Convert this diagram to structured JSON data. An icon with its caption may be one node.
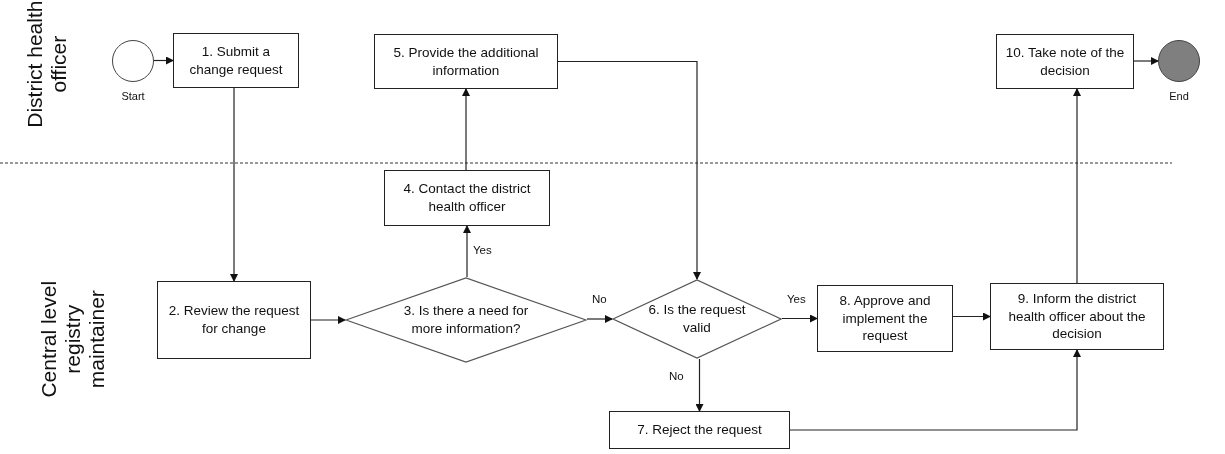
{
  "diagram": {
    "nodes": [
      {
        "text": [],
        "shape": "circle",
        "beside": [
          "Start"
        ]
      },
      {
        "text": [
          "1. Submit a change request"
        ]
      },
      {
        "text": [
          "5. Provide the additional information"
        ]
      },
      {
        "text": [
          "10. Take note of the decision"
        ]
      },
      {
        "text": [],
        "shape": "circle",
        "beside": [
          "End"
        ]
      },
      {
        "text": [
          "4. Contact the district health officer"
        ]
      },
      {
        "text": [
          "2. Review the request for change"
        ]
      },
      {
        "text": [
          "3. Is there a need for more information?"
        ]
      },
      {
        "text": [
          "6. Is the request valid"
        ]
      },
      {
        "text": [
          "8. Approve and implement the request"
        ]
      },
      {
        "text": [
          "9. Inform the district health officer about the decision"
        ]
      },
      {
        "text": [
          "7. Reject the request"
        ]
      }
    ],
    "edges": [
      {
        "from": 0,
        "to": 1,
        "arrow": "to"
      },
      {
        "from": 1,
        "to": 6,
        "arrow": "to"
      },
      {
        "from": 6,
        "to": 7,
        "arrow": "to"
      },
      {
        "from": 7,
        "to": 5,
        "arrow": "to",
        "label": "Yes"
      },
      {
        "from": 5,
        "to": 2,
        "arrow": "to"
      },
      {
        "from": 2,
        "to": 8,
        "arrow": "to"
      },
      {
        "from": 7,
        "to": 8,
        "arrow": "to",
        "label": "No"
      },
      {
        "from": 8,
        "to": 9,
        "arrow": "to",
        "label": "Yes"
      },
      {
        "from": 8,
        "to": 11,
        "arrow": "to",
        "label": "No"
      },
      {
        "from": 9,
        "to": 10,
        "arrow": "to"
      },
      {
        "from": 11,
        "to": 10,
        "arrow": "to"
      },
      {
        "from": 10,
        "to": 3,
        "arrow": "to"
      },
      {
        "from": 3,
        "to": 4,
        "arrow": "to"
      }
    ],
    "labels": [
      "District health officer",
      "Central level registry maintainer"
    ]
  }
}
